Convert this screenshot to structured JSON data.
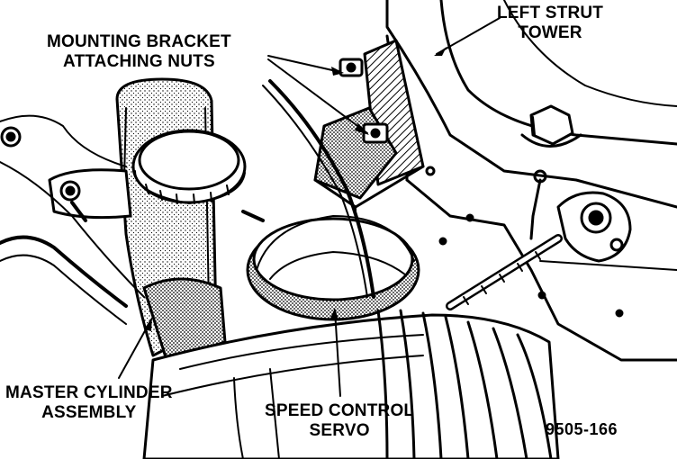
{
  "figure_id": "9505-166",
  "callouts": {
    "mounting_bracket": {
      "line1": "MOUNTING BRACKET",
      "line2": "ATTACHING NUTS"
    },
    "strut_tower": {
      "line1": "LEFT STRUT",
      "line2": "TOWER"
    },
    "master_cylinder": {
      "line1": "MASTER CYLINDER",
      "line2": "ASSEMBLY"
    },
    "speed_control": {
      "line1": "SPEED CONTROL",
      "line2": "SERVO"
    }
  },
  "colors": {
    "ink": "#000000",
    "paper": "#ffffff"
  }
}
